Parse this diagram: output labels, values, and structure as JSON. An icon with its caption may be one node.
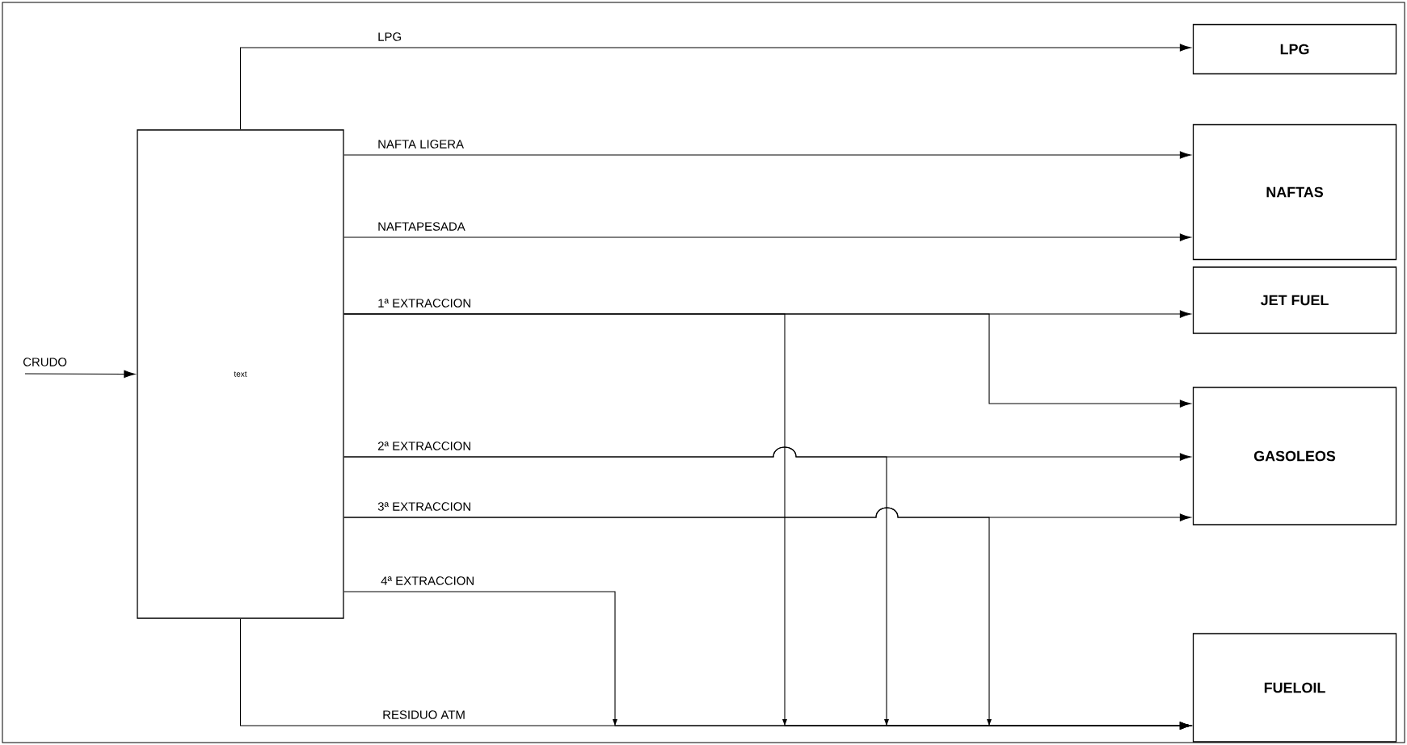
{
  "diagram": {
    "nodes": [
      {
        "text": [
          "text"
        ]
      },
      {
        "text": [
          "LPG"
        ]
      },
      {
        "text": [
          "NAFTAS"
        ]
      },
      {
        "text": [
          "JET FUEL"
        ]
      },
      {
        "text": [
          "GASOLEOS"
        ]
      },
      {
        "text": [
          "FUELOIL"
        ]
      }
    ],
    "edges": [
      {
        "from": null,
        "to": 0,
        "arrow": "to",
        "label": "CRUDO"
      },
      {
        "from": 0,
        "to": 1,
        "arrow": "to",
        "label": "LPG"
      },
      {
        "from": 0,
        "to": 2,
        "arrow": "to",
        "label": "NAFTA LIGERA"
      },
      {
        "from": 0,
        "to": 2,
        "arrow": "to",
        "label": "NAFTAPESADA"
      },
      {
        "from": 0,
        "to": 3,
        "arrow": "to",
        "label": "1ª EXTRACCION"
      },
      {
        "from": 0,
        "to": 4,
        "arrow": "to"
      },
      {
        "from": 0,
        "to": 5,
        "arrow": "to"
      },
      {
        "from": 0,
        "to": 4,
        "arrow": "to",
        "label": "2ª EXTRACCION"
      },
      {
        "from": 0,
        "to": 5,
        "arrow": "to"
      },
      {
        "from": 0,
        "to": 4,
        "arrow": "to",
        "label": "3ª EXTRACCION"
      },
      {
        "from": 0,
        "to": 5,
        "arrow": "to"
      },
      {
        "from": 0,
        "to": 5,
        "arrow": "to",
        "label": "4ª EXTRACCION"
      },
      {
        "from": 0,
        "to": 5,
        "arrow": "to",
        "label": "RESIDUO ATM"
      }
    ]
  }
}
